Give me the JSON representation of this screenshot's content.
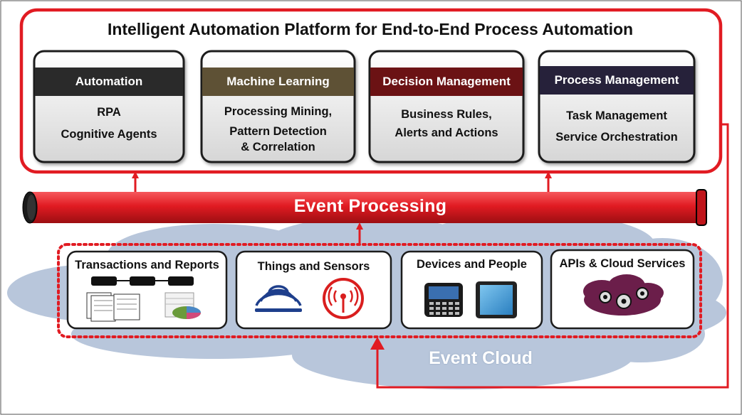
{
  "platform": {
    "title": "Intelligent Automation Platform for End-to-End Process Automation"
  },
  "capabilities": [
    {
      "header": "Automation",
      "header_color": "#2a2a2a",
      "lines": [
        "RPA",
        "Cognitive Agents"
      ]
    },
    {
      "header": "Machine Learning",
      "header_color": "#5e5135",
      "lines": [
        "Processing Mining,",
        "Pattern Detection",
        "& Correlation"
      ]
    },
    {
      "header": "Decision Management",
      "header_color": "#6b1214",
      "lines": [
        "Business Rules,",
        "Alerts and Actions"
      ]
    },
    {
      "header": "Process Management",
      "header_color": "#26213a",
      "lines": [
        "Task Management",
        "Service Orchestration"
      ]
    }
  ],
  "event_processing": {
    "label": "Event Processing"
  },
  "event_cloud": {
    "label": "Event Cloud"
  },
  "sources": [
    {
      "title": "Transactions and Reports",
      "icon": "transactions-reports-icon"
    },
    {
      "title": "Things and Sensors",
      "icon": "sensors-icon"
    },
    {
      "title": "Devices and People",
      "icon": "devices-icon"
    },
    {
      "title": "APIs & Cloud Services",
      "icon": "cloud-gears-icon"
    }
  ],
  "colors": {
    "accent_red": "#e11b22",
    "cloud_blue": "#b8c6db"
  }
}
